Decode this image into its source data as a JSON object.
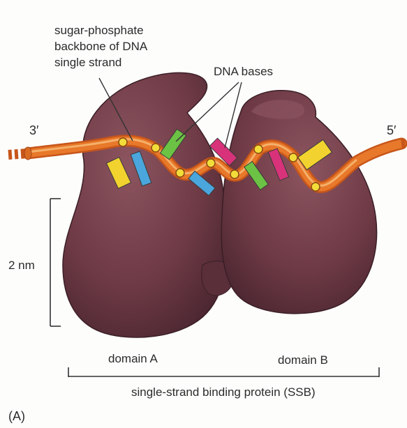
{
  "labels": {
    "backbone": [
      "sugar-phosphate",
      "backbone of DNA",
      "single strand"
    ],
    "dna_bases": "DNA bases",
    "end_3": "3′",
    "end_5": "5′",
    "scale": "2 nm",
    "domain_a": "domain A",
    "domain_b": "domain B",
    "protein": "single-strand binding protein (SSB)",
    "panel": "(A)"
  },
  "colors": {
    "protein": "#6e3a45",
    "protein_dark": "#4a2630",
    "protein_light": "#8c5560",
    "backbone": "#e8782a",
    "backbone_light": "#f4b06a",
    "phosphate": "#f2dc3a",
    "base_yellow": "#f2d22e",
    "base_blue": "#4aa6dc",
    "base_green": "#6cc244",
    "base_magenta": "#d8327a",
    "text": "#2b2b2b"
  }
}
